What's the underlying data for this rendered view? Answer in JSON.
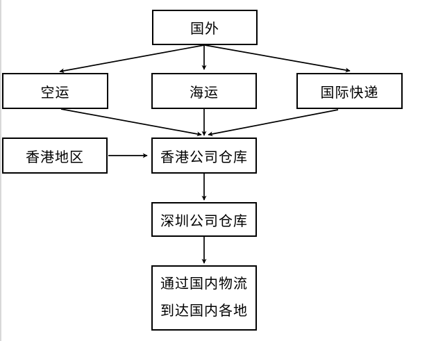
{
  "diagram": {
    "type": "flowchart",
    "line_color": "#000000",
    "box_fill": "#ffffff",
    "box_border_color": "#000000",
    "nodes": [
      {
        "id": "overseas",
        "label": "国外"
      },
      {
        "id": "air-freight",
        "label": "空运"
      },
      {
        "id": "sea-freight",
        "label": "海运"
      },
      {
        "id": "intl-express",
        "label": "国际快递"
      },
      {
        "id": "hongkong-region",
        "label": "香港地区"
      },
      {
        "id": "hongkong-warehouse",
        "label": "香港公司仓库"
      },
      {
        "id": "shenzhen-warehouse",
        "label": "深圳公司仓库"
      },
      {
        "id": "domestic-logistics",
        "lines": [
          "通过国内物流",
          "到达国内各地"
        ]
      }
    ],
    "edges": [
      {
        "from": "overseas",
        "to": "air-freight"
      },
      {
        "from": "overseas",
        "to": "sea-freight"
      },
      {
        "from": "overseas",
        "to": "intl-express"
      },
      {
        "from": "air-freight",
        "to": "hongkong-warehouse"
      },
      {
        "from": "sea-freight",
        "to": "hongkong-warehouse"
      },
      {
        "from": "intl-express",
        "to": "hongkong-warehouse"
      },
      {
        "from": "hongkong-region",
        "to": "hongkong-warehouse"
      },
      {
        "from": "hongkong-warehouse",
        "to": "shenzhen-warehouse"
      },
      {
        "from": "shenzhen-warehouse",
        "to": "domestic-logistics"
      }
    ]
  }
}
